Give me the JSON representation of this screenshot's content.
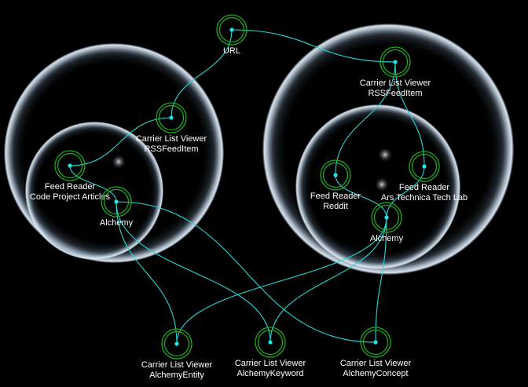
{
  "colors": {
    "background": "#000000",
    "edge": "#22d8d8",
    "node_ring": "#1fa81f",
    "node_dot": "#22e6e6",
    "label": "#ffffff",
    "group_glow": "#cfe0ee"
  },
  "groups": [
    {
      "id": "group-left-outer"
    },
    {
      "id": "group-left-inner"
    },
    {
      "id": "group-right-outer"
    },
    {
      "id": "group-right-inner"
    }
  ],
  "nodes": [
    {
      "id": "url",
      "lines": [
        "URL"
      ]
    },
    {
      "id": "carrier-rss-left",
      "lines": [
        "Carrier List Viewer",
        "RSSFeedItem"
      ]
    },
    {
      "id": "feed-codeproject",
      "lines": [
        "Feed Reader",
        "Code Project Articles"
      ]
    },
    {
      "id": "alchemy-left",
      "lines": [
        "Alchemy"
      ]
    },
    {
      "id": "carrier-rss-right",
      "lines": [
        "Carrier List Viewer",
        "RSSFeedItem"
      ]
    },
    {
      "id": "feed-reddit",
      "lines": [
        "Feed Reader",
        "Reddit"
      ]
    },
    {
      "id": "feed-arstechnica",
      "lines": [
        "Feed Reader",
        "Ars Technica Tech Lab"
      ]
    },
    {
      "id": "alchemy-right",
      "lines": [
        "Alchemy"
      ]
    },
    {
      "id": "carrier-entity",
      "lines": [
        "Carrier List Viewer",
        "AlchemyEntity"
      ]
    },
    {
      "id": "carrier-keyword",
      "lines": [
        "Carrier List Viewer",
        "AlchemyKeyword"
      ]
    },
    {
      "id": "carrier-concept",
      "lines": [
        "Carrier List Viewer",
        "AlchemyConcept"
      ]
    }
  ],
  "edges": [
    [
      "url",
      "carrier-rss-left"
    ],
    [
      "url",
      "carrier-rss-right"
    ],
    [
      "carrier-rss-left",
      "feed-codeproject"
    ],
    [
      "feed-codeproject",
      "alchemy-left"
    ],
    [
      "carrier-rss-right",
      "feed-reddit"
    ],
    [
      "carrier-rss-right",
      "feed-arstechnica"
    ],
    [
      "feed-reddit",
      "alchemy-right"
    ],
    [
      "feed-arstechnica",
      "alchemy-right"
    ],
    [
      "alchemy-left",
      "carrier-entity"
    ],
    [
      "alchemy-left",
      "carrier-keyword"
    ],
    [
      "alchemy-left",
      "carrier-concept"
    ],
    [
      "alchemy-right",
      "carrier-entity"
    ],
    [
      "alchemy-right",
      "carrier-keyword"
    ],
    [
      "alchemy-right",
      "carrier-concept"
    ]
  ]
}
